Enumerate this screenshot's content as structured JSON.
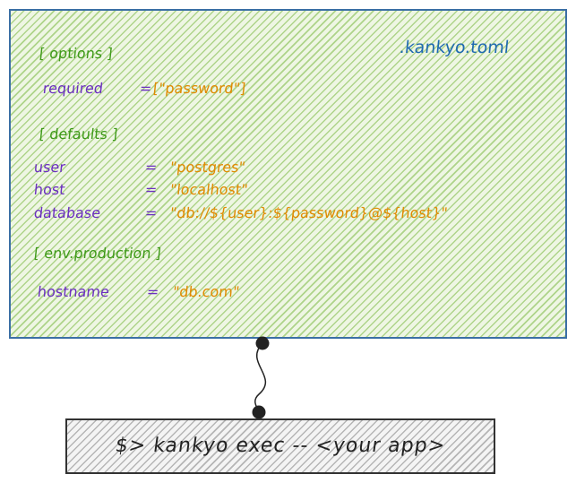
{
  "config": {
    "filename": ".kankyo.toml",
    "options": {
      "header": "[ options ]",
      "entries": [
        {
          "key": "required",
          "eq": "=",
          "value": "[\"password\"]"
        }
      ]
    },
    "defaults": {
      "header": "[ defaults ]",
      "entries": [
        {
          "key": "user",
          "eq": "=",
          "value": "\"postgres\""
        },
        {
          "key": "host",
          "eq": "=",
          "value": "\"localhost\""
        },
        {
          "key": "database",
          "eq": "=",
          "value": "\"db://${user}:${password}@${host}\""
        }
      ]
    },
    "env_production": {
      "header": "[ env.production ]",
      "entries": [
        {
          "key": "hostname",
          "eq": "=",
          "value": "\"db.com\""
        }
      ]
    }
  },
  "command": {
    "text": "$> kankyo exec -- <your app>"
  },
  "colors": {
    "section": "#3f9a1a",
    "key": "#6b2fc0",
    "value": "#e08a00",
    "filename": "#1f6ab0",
    "box_border": "#3b6fa5",
    "hatch_green": "#7ab840",
    "hatch_gray": "#828282"
  }
}
